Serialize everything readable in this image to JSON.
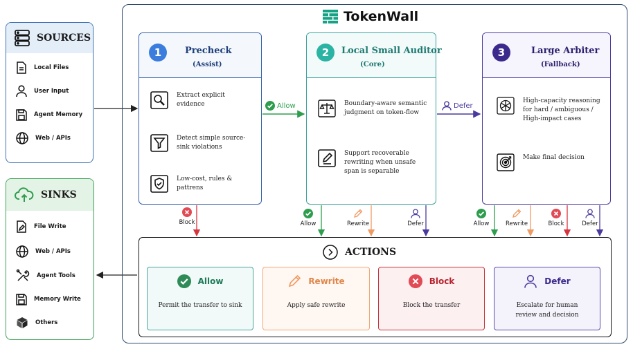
{
  "brand": {
    "title": "TokenWall",
    "icon": "brick-wall-icon"
  },
  "sources": {
    "title": "SOURCES",
    "items": [
      {
        "label": "Local Files",
        "icon": "file-icon"
      },
      {
        "label": "User Input",
        "icon": "user-icon"
      },
      {
        "label": "Agent Memory",
        "icon": "save-icon"
      },
      {
        "label": "Web / APIs",
        "icon": "globe-icon"
      }
    ]
  },
  "sinks": {
    "title": "SINKS",
    "items": [
      {
        "label": "File Write",
        "icon": "file-edit-icon"
      },
      {
        "label": "Web / APIs",
        "icon": "globe-icon"
      },
      {
        "label": "Agent Tools",
        "icon": "tools-icon"
      },
      {
        "label": "Memory Write",
        "icon": "save-icon"
      },
      {
        "label": "Others",
        "icon": "cube-icon"
      }
    ]
  },
  "stages": [
    {
      "number": "1",
      "title": "Precheck",
      "subtitle": "(Assist)",
      "color": "#3b7ddd",
      "features": [
        {
          "text": "Extract explicit evidence",
          "icon": "magnifier-icon"
        },
        {
          "text": "Detect simple source-sink violations",
          "icon": "filter-icon"
        },
        {
          "text": "Low-cost, rules & pattrens",
          "icon": "shield-check-icon"
        }
      ]
    },
    {
      "number": "2",
      "title": "Local Small Auditor",
      "subtitle": "(Core)",
      "color": "#2bb3a3",
      "features": [
        {
          "text": "Boundary-aware semantic judgment on token-flow",
          "icon": "scales-icon"
        },
        {
          "text": "Support recoverable rewriting when unsafe span is separable",
          "icon": "edit-icon"
        }
      ]
    },
    {
      "number": "3",
      "title": "Large Arbiter",
      "subtitle": "(Fallback)",
      "color": "#3b2a8c",
      "features": [
        {
          "text": "High-capacity reasoning for hard / ambiguous / High-impact cases",
          "icon": "llm-knot-icon"
        },
        {
          "text": "Make final decision",
          "icon": "target-icon"
        }
      ]
    }
  ],
  "flows": {
    "allow": "Allow",
    "defer": "Defer"
  },
  "branch_labels": {
    "block": "Block",
    "allow": "Allow",
    "rewrite": "Rewrite",
    "defer": "Defer"
  },
  "actions": {
    "title": "ACTIONS",
    "cards": [
      {
        "title": "Allow",
        "desc": "Permit the transfer to sink",
        "color": "#2e8b57"
      },
      {
        "title": "Rewrite",
        "desc": "Apply safe rewrite",
        "color": "#ef9a63"
      },
      {
        "title": "Block",
        "desc": "Block the transfer",
        "color": "#d8343f"
      },
      {
        "title": "Defer",
        "desc": "Escalate for human review and decision",
        "color": "#4a3a9e"
      }
    ]
  },
  "colors": {
    "allow": "#2e9d4e",
    "rewrite": "#ef9a63",
    "block": "#d8343f",
    "defer": "#4a3a9e",
    "frame": "#2e4a6b"
  }
}
